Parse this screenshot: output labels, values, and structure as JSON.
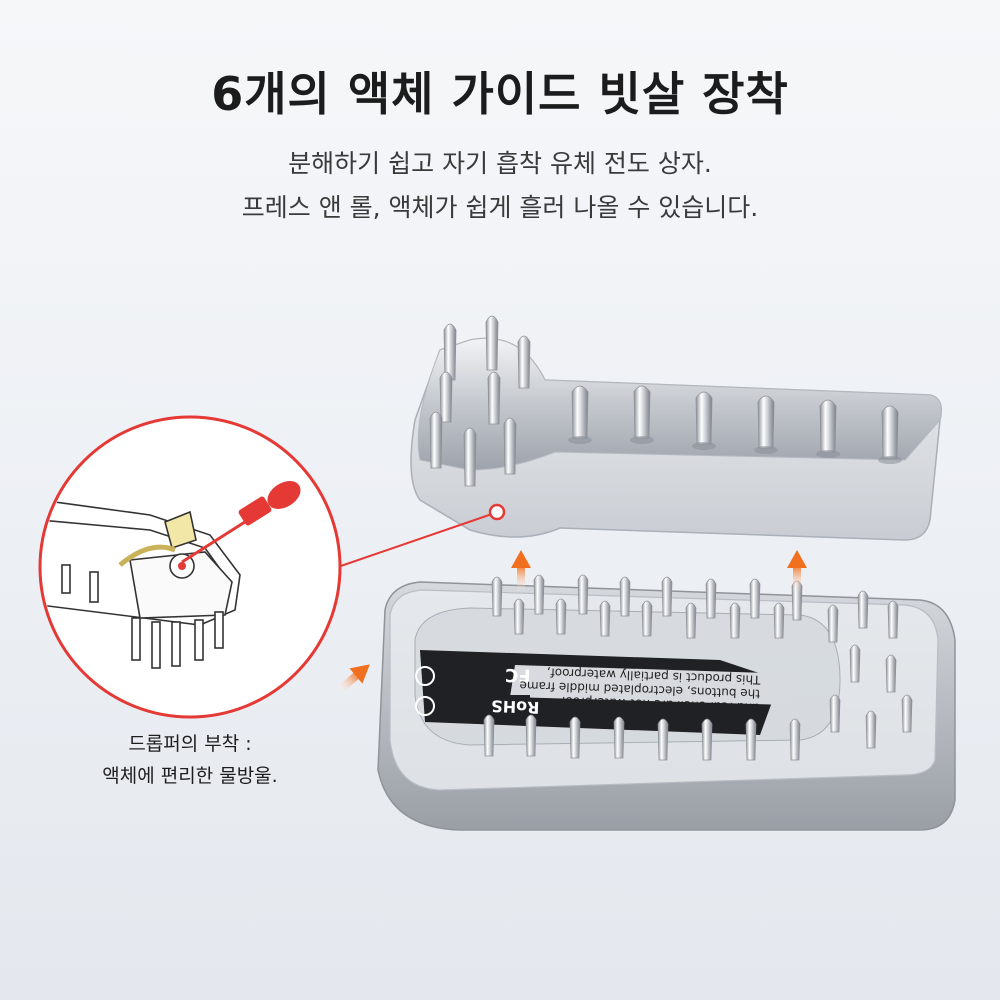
{
  "heading": {
    "title": "6개의 액체 가이드 빗살 장착",
    "line1": "분해하기 쉽고 자기 흡착 유체 전도 상자.",
    "line2": "프레스 앤 롤, 액체가 쉽게 흘러 나올 수 있습니다."
  },
  "callout": {
    "line1": "드롭퍼의 부착 :",
    "line2": "액체에 편리한 물방울."
  },
  "colors": {
    "accent_red": "#e53935",
    "arrow_orange": "#f07020",
    "chrome": "#c9cdd3"
  },
  "icons": [
    "dropper-icon",
    "up-arrow-icon",
    "rohs-icon",
    "fc-icon",
    "recycle-icon"
  ],
  "label": {
    "rohs": "RoHS",
    "fc": "FC",
    "text1": "This product is partially waterproof,",
    "text2": "the buttons, electroplated middle frame",
    "text3": "and rear shell are not waterproof"
  }
}
